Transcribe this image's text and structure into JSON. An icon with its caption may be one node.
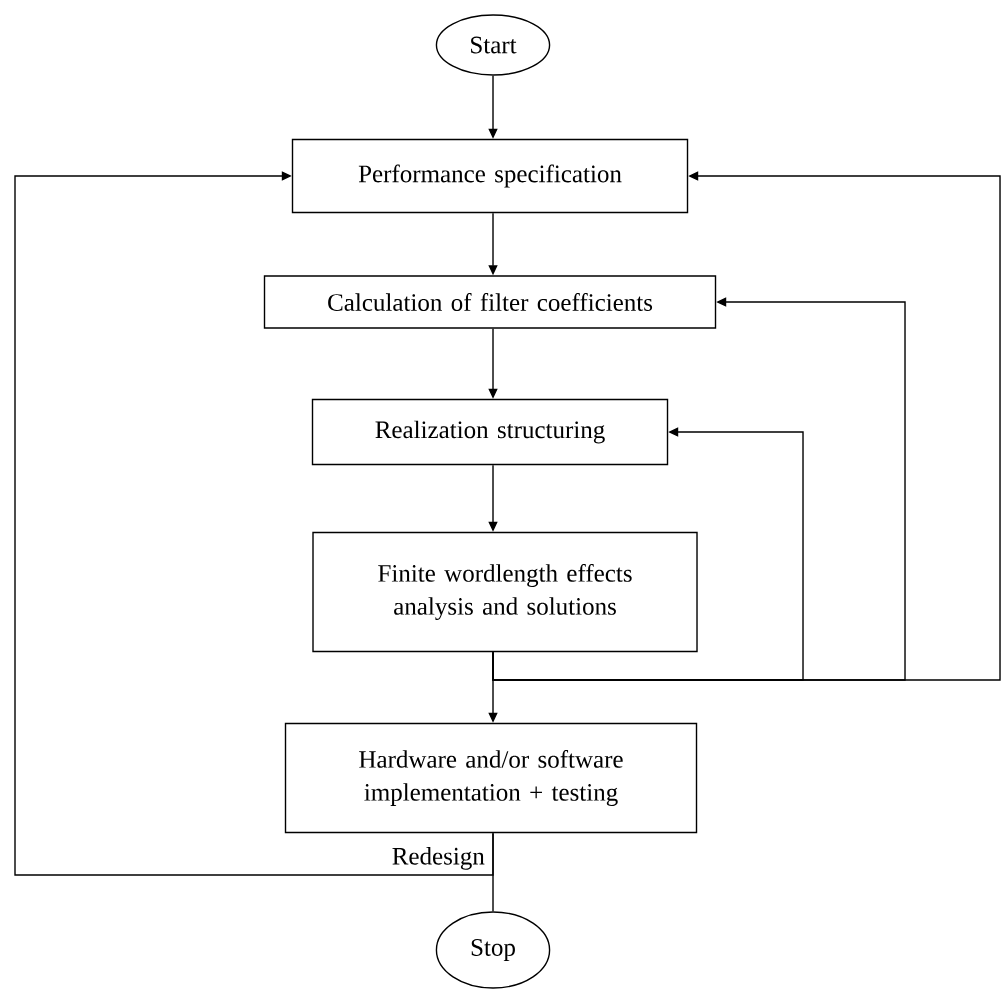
{
  "diagram": {
    "nodes": [
      {
        "text": [
          "Start"
        ]
      },
      {
        "text": [
          "Performance specification"
        ]
      },
      {
        "text": [
          "Calculation of filter coefficients"
        ]
      },
      {
        "text": [
          "Realization structuring"
        ]
      },
      {
        "text": [
          "Finite wordlength effects analysis and solutions"
        ]
      },
      {
        "text": [
          "Hardware and/or software implementation + testing"
        ]
      },
      {
        "text": [
          "Stop"
        ]
      }
    ],
    "edges": [
      {
        "from": 0,
        "to": 1,
        "arrow": "to"
      },
      {
        "from": 1,
        "to": 2,
        "arrow": "to"
      },
      {
        "from": 2,
        "to": 3,
        "arrow": "to"
      },
      {
        "from": 3,
        "to": 4,
        "arrow": "to"
      },
      {
        "from": 4,
        "to": 5,
        "arrow": "to"
      },
      {
        "from": 4,
        "to": 3,
        "arrow": "to"
      },
      {
        "from": 4,
        "to": 2,
        "arrow": "to"
      },
      {
        "from": 4,
        "to": 1,
        "arrow": "to"
      },
      {
        "from": 5,
        "to": 1,
        "arrow": "to",
        "label": "Redesign"
      },
      {
        "from": 5,
        "to": 6,
        "arrow": "none"
      }
    ]
  }
}
